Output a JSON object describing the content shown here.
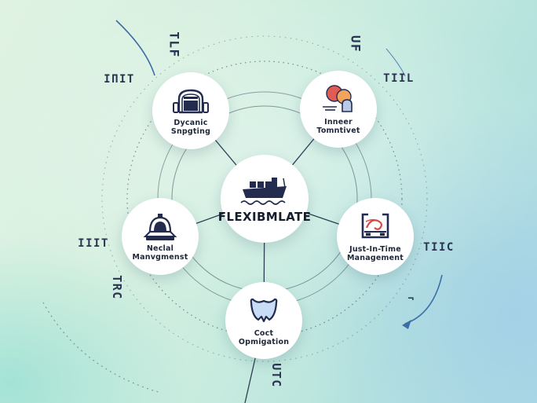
{
  "center_node": {
    "label": "FLEXIBMLATE",
    "icon": "cargo-ship-icon"
  },
  "nodes": [
    {
      "position": "top-left",
      "line1": "Dycanic",
      "line2": "Snpgting",
      "icon": "truck-front-icon"
    },
    {
      "position": "top-right",
      "line1": "Inneer",
      "line2": "Tomntivet",
      "icon": "balloons-icon"
    },
    {
      "position": "left",
      "line1": "Neclal",
      "line2": "Manvgmenst",
      "icon": "bell-icon"
    },
    {
      "position": "right",
      "line1": "Just-In-Time",
      "line2": "Management",
      "icon": "delivery-frame-icon"
    },
    {
      "position": "bottom",
      "line1": "Coct",
      "line2": "Opmigation",
      "icon": "shield-icon"
    }
  ],
  "marks": [
    {
      "id": "top-left-vertical",
      "text": "TLF"
    },
    {
      "id": "top-right-vertical",
      "text": "UF"
    },
    {
      "id": "left-upper",
      "text": "IΠIT"
    },
    {
      "id": "right-upper",
      "text": "TIIL"
    },
    {
      "id": "left-middle",
      "text": "IIIT"
    },
    {
      "id": "left-lower-vertical",
      "text": "TRC"
    },
    {
      "id": "right-middle",
      "text": "TIIC"
    },
    {
      "id": "bottom-vertical",
      "text": "UTC"
    },
    {
      "id": "bottom-right-small",
      "text": "¬"
    }
  ],
  "colors": {
    "node_fill": "#ffffff",
    "outline_navy": "#232c4e",
    "connector_line": "#2e3e52",
    "decorative_curve_blue": "#3b6ea8",
    "balloon_red": "#e15b55",
    "balloon_orange": "#f2a45c",
    "balloon_blue": "#b9c9ea",
    "shield_blue": "#c8dcf6",
    "doodle_red": "#d54b44"
  }
}
